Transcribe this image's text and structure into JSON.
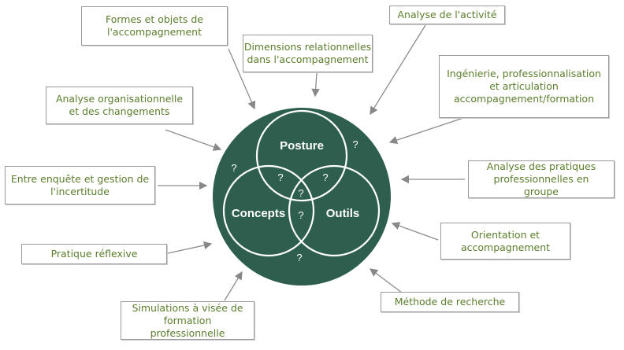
{
  "center": {
    "labels": {
      "posture": "Posture",
      "concepts": "Concepts",
      "outils": "Outils"
    },
    "question_mark": "?",
    "fill_color": "#2e5e4e"
  },
  "boxes": [
    {
      "id": "formes",
      "text": "Formes et objets de l'accompagnement"
    },
    {
      "id": "dimensions",
      "text": "Dimensions relationnelles dans l'accompagnement"
    },
    {
      "id": "activite",
      "text": "Analyse de l'activité"
    },
    {
      "id": "ingenierie",
      "text": "Ingénierie, professionnalisation et articulation accompagnement/formation"
    },
    {
      "id": "organisationnelle",
      "text": "Analyse organisationnelle et des changements"
    },
    {
      "id": "enquete",
      "text": "Entre enquête et gestion de l'incertitude"
    },
    {
      "id": "pratiques",
      "text": "Analyse des pratiques professionnelles en groupe"
    },
    {
      "id": "orientation",
      "text": "Orientation et accompagnement"
    },
    {
      "id": "reflexive",
      "text": "Pratique réflexive"
    },
    {
      "id": "recherche",
      "text": "Méthode de recherche"
    },
    {
      "id": "simulations",
      "text": "Simulations à visée de formation professionnelle"
    }
  ]
}
